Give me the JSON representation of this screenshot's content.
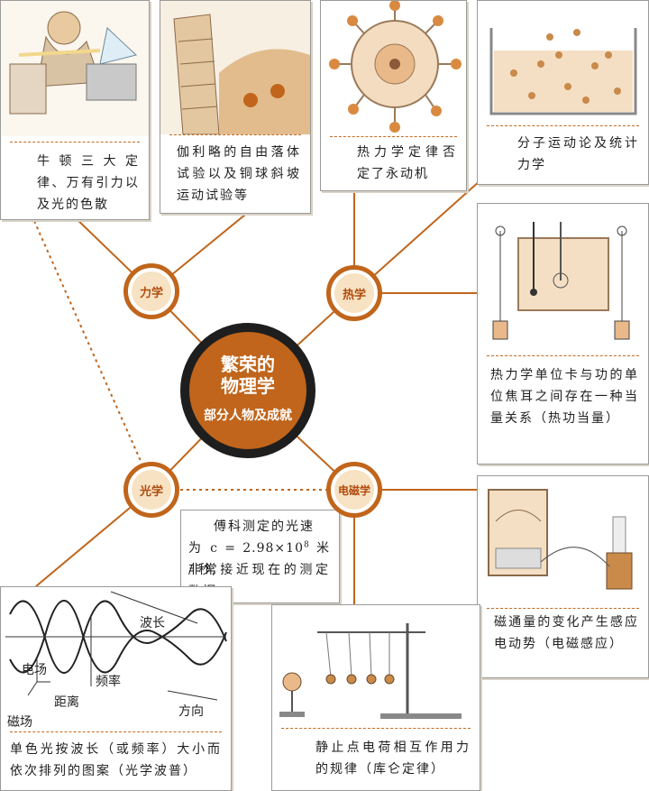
{
  "center": {
    "title": "繁荣的\n物理学",
    "subtitle": "部分人物及成就"
  },
  "nodes": {
    "mechanics": "力学",
    "thermo": "热学",
    "optics": "光学",
    "em": "电磁学"
  },
  "cards": {
    "newton": "牛 顿 三 大 定律、万有引力以及光的色散",
    "galileo": "伽利略的自由落体试验以及铜球斜坡运动试验等",
    "perpetual": "热力学定律否定了永动机",
    "molecular": "分子运动论及统计力学",
    "joule": "热力学单位卡与功的单位焦耳之间存在一种当量关系（热功当量）",
    "fizeau_line1": "傅科测定的光速",
    "fizeau_line2a": "为 c = 2.98×10",
    "fizeau_exp": "8",
    "fizeau_line2b": " 米 / 秒,",
    "fizeau_line3": "非常接近现在的测定数据。",
    "faraday": "磁通量的变化产生感应电动势（电磁感应）",
    "coulomb": "静止点电荷相互作用力的规律（库仑定律）",
    "spectrum": "单色光按波长（或频率）大小而依次排列的图案（光学波普）"
  },
  "wave_labels": {
    "wavelength": "波长",
    "frequency": "频率",
    "efield": "电场",
    "distance": "距离",
    "bfield": "磁场",
    "direction": "方向"
  },
  "colors": {
    "accent": "#c0651b",
    "ring": "#1e1e1e",
    "nodeFill": "#f7e2c4"
  }
}
